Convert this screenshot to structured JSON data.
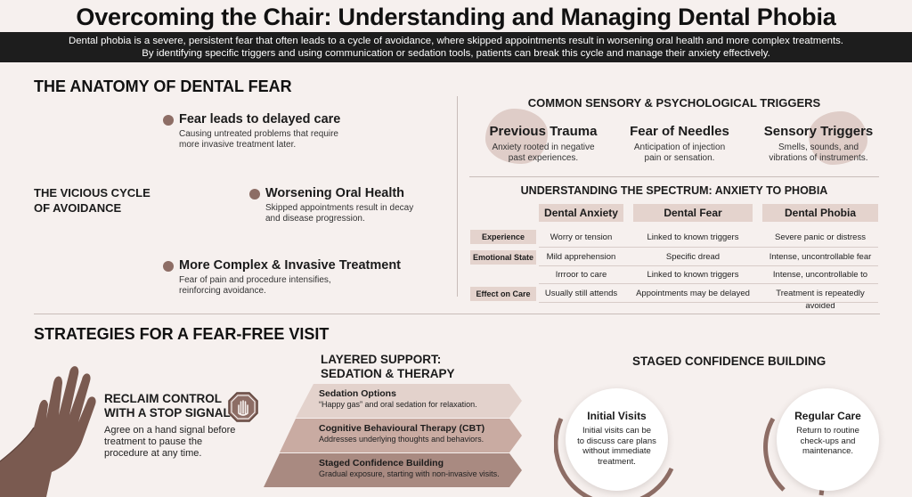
{
  "header": {
    "title": "Overcoming the Chair: Understanding and Managing Dental Phobia",
    "intro_line1": "Dental phobia is a severe, persistent fear that often leads to a cycle of avoidance, where skipped appointments result in worsening oral health and more complex treatments.",
    "intro_line2": "By identifying specific triggers and using communication or sedation tools, patients can break this cycle and manage their anxiety effectively."
  },
  "anatomy": {
    "heading": "THE ANATOMY OF DENTAL FEAR",
    "cycle_line1": "THE VICIOUS CYCLE",
    "cycle_line2": "OF AVOIDANCE",
    "items": [
      {
        "title": "Fear leads to delayed care",
        "desc_line1": "Causing untreated problems that require",
        "desc_line2": "more invasive treatment later."
      },
      {
        "title": "Worsening Oral Health",
        "desc_line1": "Skipped appointments result in decay",
        "desc_line2": "and disease progression."
      },
      {
        "title": "More Complex & Invasive Treatment",
        "desc_line1": "Fear of pain and procedure intensifies,",
        "desc_line2": "reinforcing avoidance."
      }
    ]
  },
  "triggers": {
    "heading": "COMMON SENSORY & PSYCHOLOGICAL TRIGGERS",
    "items": [
      {
        "title": "Previous Trauma",
        "desc_line1": "Anxiety rooted in negative",
        "desc_line2": "past experiences."
      },
      {
        "title": "Fear of Needles",
        "desc_line1": "Anticipation of injection",
        "desc_line2": "pain or sensation."
      },
      {
        "title": "Sensory Triggers",
        "desc_line1": "Smells, sounds, and",
        "desc_line2": "vibrations of instruments."
      }
    ]
  },
  "spectrum": {
    "heading": "UNDERSTANDING THE SPECTRUM: ANXIETY TO PHOBIA",
    "columns": [
      "Dental Anxiety",
      "Dental Fear",
      "Dental Phobia"
    ],
    "row_labels": [
      "Experience",
      "Emotional State",
      "Effect on Care"
    ],
    "rows": [
      [
        "Worry or tension",
        "Linked to known triggers",
        "Severe panic or distress"
      ],
      [
        "Mild apprehension",
        "Specific dread",
        "Intense, uncontrollable fear"
      ],
      [
        "Irrroor to care",
        "Linked to known triggers",
        "Intense, uncontrollable to"
      ],
      [
        "Usually still attends",
        "Appointments may be delayed",
        "Treatment is repeatedly avoided"
      ]
    ]
  },
  "strategies": {
    "heading": "STRATEGIES FOR A FEAR-FREE VISIT",
    "reclaim": {
      "title_line1": "RECLAIM CONTROL",
      "title_line2": "WITH A STOP SIGNAL",
      "desc_line1": "Agree on a hand signal before",
      "desc_line2": "treatment to pause the",
      "desc_line3": "procedure at any time."
    },
    "layered": {
      "heading_line1": "LAYERED SUPPORT:",
      "heading_line2": "SEDATION & THERAPY",
      "bands": [
        {
          "title": "Sedation Options",
          "desc": "“Happy gas” and oral sedation for relaxation."
        },
        {
          "title": "Cognitive Behavioural Therapy (CBT)",
          "desc": "Addresses underlying thoughts and behaviors."
        },
        {
          "title": "Staged Confidence Building",
          "desc": "Gradual exposure, starting with non-invasive visits."
        }
      ]
    },
    "staged": {
      "heading": "STAGED CONFIDENCE BUILDING",
      "cards": [
        {
          "title": "Initial Visits",
          "desc_line1": "Initial visits can be",
          "desc_line2": "to discuss care plans",
          "desc_line3": "without immediate",
          "desc_line4": "treatment."
        },
        {
          "title": "Regular Care",
          "desc_line1": "Return to routine",
          "desc_line2": "check-ups and",
          "desc_line3": "maintenance."
        }
      ]
    }
  },
  "colors": {
    "accent": "#8d6d65",
    "band_top": "#e3d2cc",
    "band_mid": "#c9aba2",
    "band_bottom": "#a98a81",
    "skin": "#7a5a50"
  }
}
